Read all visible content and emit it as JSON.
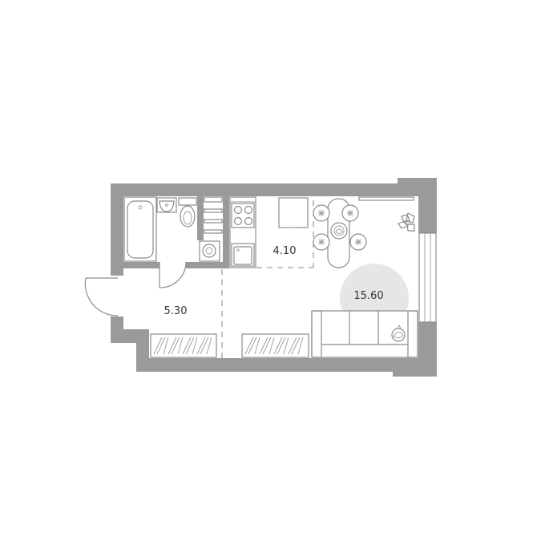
{
  "rooms": [
    {
      "id": "hallway",
      "area": "5.30"
    },
    {
      "id": "kitchen",
      "area": "4.10"
    },
    {
      "id": "living",
      "area": "15.60"
    }
  ],
  "colors": {
    "wall": "#9a9a9a",
    "line": "#8c8c8c",
    "highlight": "#e6e6e6",
    "text": "#333333",
    "background": "#ffffff"
  }
}
